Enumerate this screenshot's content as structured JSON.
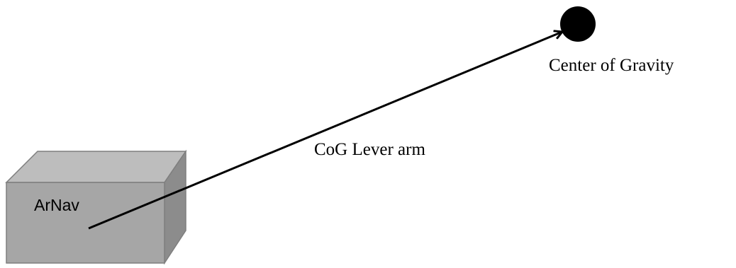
{
  "diagram": {
    "box_label": "ArNav",
    "arrow_label": "CoG Lever arm",
    "target_label": "Center of Gravity"
  },
  "colors": {
    "box_front": "#a6a6a6",
    "box_top": "#bdbdbd",
    "box_side": "#8c8c8c",
    "box_edge": "#7f7f7f",
    "arrow": "#000000",
    "cog_point": "#000000"
  },
  "icons": {
    "box": "3d-box-shape",
    "target": "filled-circle-point"
  }
}
